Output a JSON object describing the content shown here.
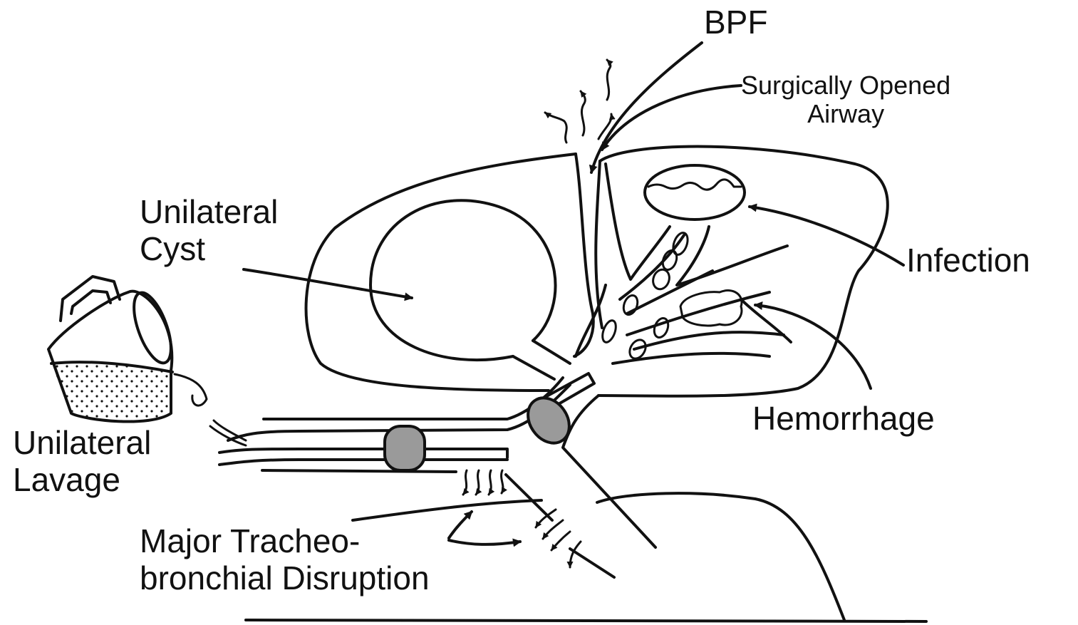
{
  "labels": {
    "bpf": "BPF",
    "surgical_airway": {
      "line1": "Surgically Opened",
      "line2": "Airway"
    },
    "cyst": {
      "line1": "Unilateral",
      "line2": "Cyst"
    },
    "infection": "Infection",
    "hemorrhage": "Hemorrhage",
    "lavage": {
      "line1": "Unilateral",
      "line2": "Lavage"
    },
    "disruption": {
      "line1": "Major Tracheo-",
      "line2": "bronchial Disruption"
    }
  },
  "colors": {
    "ink": "#111111",
    "balloon_fill": "#9a9a9a",
    "background": "#ffffff"
  }
}
